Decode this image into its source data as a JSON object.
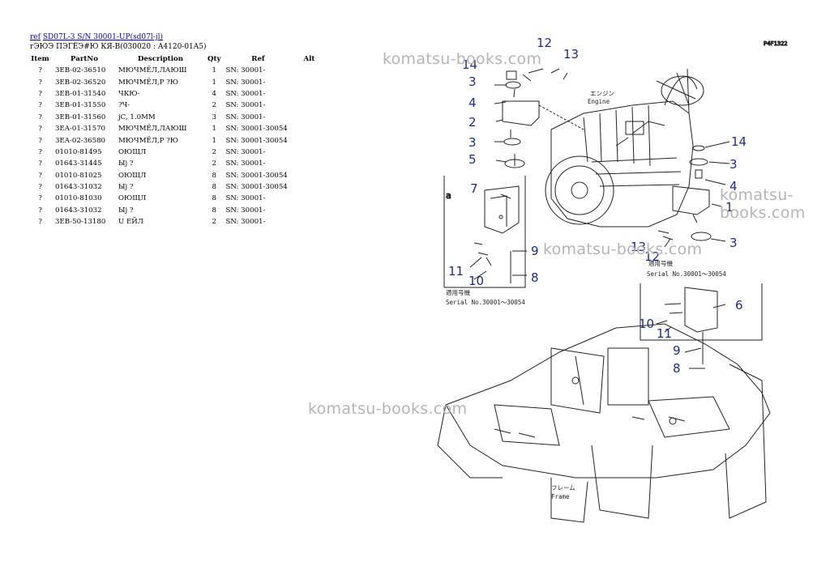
{
  "header": {
    "ref_link": "ref",
    "model_link": "SD07L-3 S/N 30001-UP(sd07l-jl)",
    "section_title": "гЭЮЭ ПЭГЁЭ#Ю КЯ-В(030020 : A4120-01A5)"
  },
  "table": {
    "columns": [
      "Item",
      "PartNo",
      "Description",
      "Qty",
      "Ref",
      "Alt"
    ],
    "rows": [
      {
        "item": "?",
        "part": "3EB-02-36510",
        "desc": "МЮЧМЁЛ,ЛАЮШ",
        "qty": "1",
        "ref": "SN: 30001-",
        "alt": ""
      },
      {
        "item": "?",
        "part": "3EB-02-36520",
        "desc": "МЮЧМЁЛ,Р ?Ю",
        "qty": "1",
        "ref": "SN: 30001-",
        "alt": ""
      },
      {
        "item": "?",
        "part": "3EB-01-31540",
        "desc": "ЧКЮ-",
        "qty": "4",
        "ref": "SN: 30001-",
        "alt": ""
      },
      {
        "item": "?",
        "part": "3EB-01-31550",
        "desc": "?Ч-",
        "qty": "2",
        "ref": "SN: 30001-",
        "alt": ""
      },
      {
        "item": "?",
        "part": "3EB-01-31560",
        "desc": "јC, 1.0MM",
        "qty": "3",
        "ref": "SN: 30001-",
        "alt": ""
      },
      {
        "item": "?",
        "part": "3EA-01-31570",
        "desc": "МЮЧМЁЛ,ЛАЮШ",
        "qty": "1",
        "ref": "SN: 30001-30054",
        "alt": ""
      },
      {
        "item": "?",
        "part": "3EA-02-36580",
        "desc": "МЮЧМЁЛ,Р ?Ю",
        "qty": "1",
        "ref": "SN: 30001-30054",
        "alt": ""
      },
      {
        "item": "?",
        "part": "01010-81495",
        "desc": "ОЮЩЛ",
        "qty": "2",
        "ref": "SN: 30001-",
        "alt": ""
      },
      {
        "item": "?",
        "part": "01643-31445",
        "desc": "Ыј ?",
        "qty": "2",
        "ref": "SN: 30001-",
        "alt": ""
      },
      {
        "item": "?",
        "part": "01010-81025",
        "desc": "ОЮЩЛ",
        "qty": "8",
        "ref": "SN: 30001-30054",
        "alt": ""
      },
      {
        "item": "?",
        "part": "01643-31032",
        "desc": "Ыј ?",
        "qty": "8",
        "ref": "SN: 30001-30054",
        "alt": ""
      },
      {
        "item": "?",
        "part": "01010-81030",
        "desc": "ОЮЩЛ",
        "qty": "8",
        "ref": "SN: 30001-",
        "alt": ""
      },
      {
        "item": "?",
        "part": "01643-31032",
        "desc": "Ыј ?",
        "qty": "8",
        "ref": "SN: 30001-",
        "alt": ""
      },
      {
        "item": "?",
        "part": "3EB-50-13180",
        "desc": "U ЕЙЛ",
        "qty": "2",
        "ref": "SN: 30001-",
        "alt": ""
      }
    ]
  },
  "diagram": {
    "page_code": "P4F1322",
    "watermark": "komatsu-books.com",
    "labels": {
      "engine_jp": "エンジン",
      "engine_en": "Engine",
      "frame_jp": "フレーム",
      "frame_en": "Frame",
      "serial_jp": "適用号機",
      "serial_en": "Serial No.30001～30054",
      "detail_a": "a"
    },
    "callouts": [
      "12",
      "13",
      "14",
      "3",
      "4",
      "2",
      "3",
      "5",
      "7",
      "11",
      "10",
      "9",
      "8",
      "14",
      "3",
      "4",
      "1",
      "13",
      "12",
      "3",
      "6",
      "10",
      "11",
      "9",
      "8"
    ]
  }
}
